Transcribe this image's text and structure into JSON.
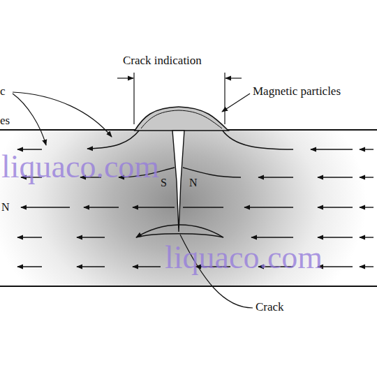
{
  "diagram": {
    "labels": [
      "Crack indication",
      "Magnetic particles",
      "Crack",
      "c",
      "es",
      "S",
      "N",
      "N",
      "liquaco.com",
      "liquaco.com"
    ]
  }
}
